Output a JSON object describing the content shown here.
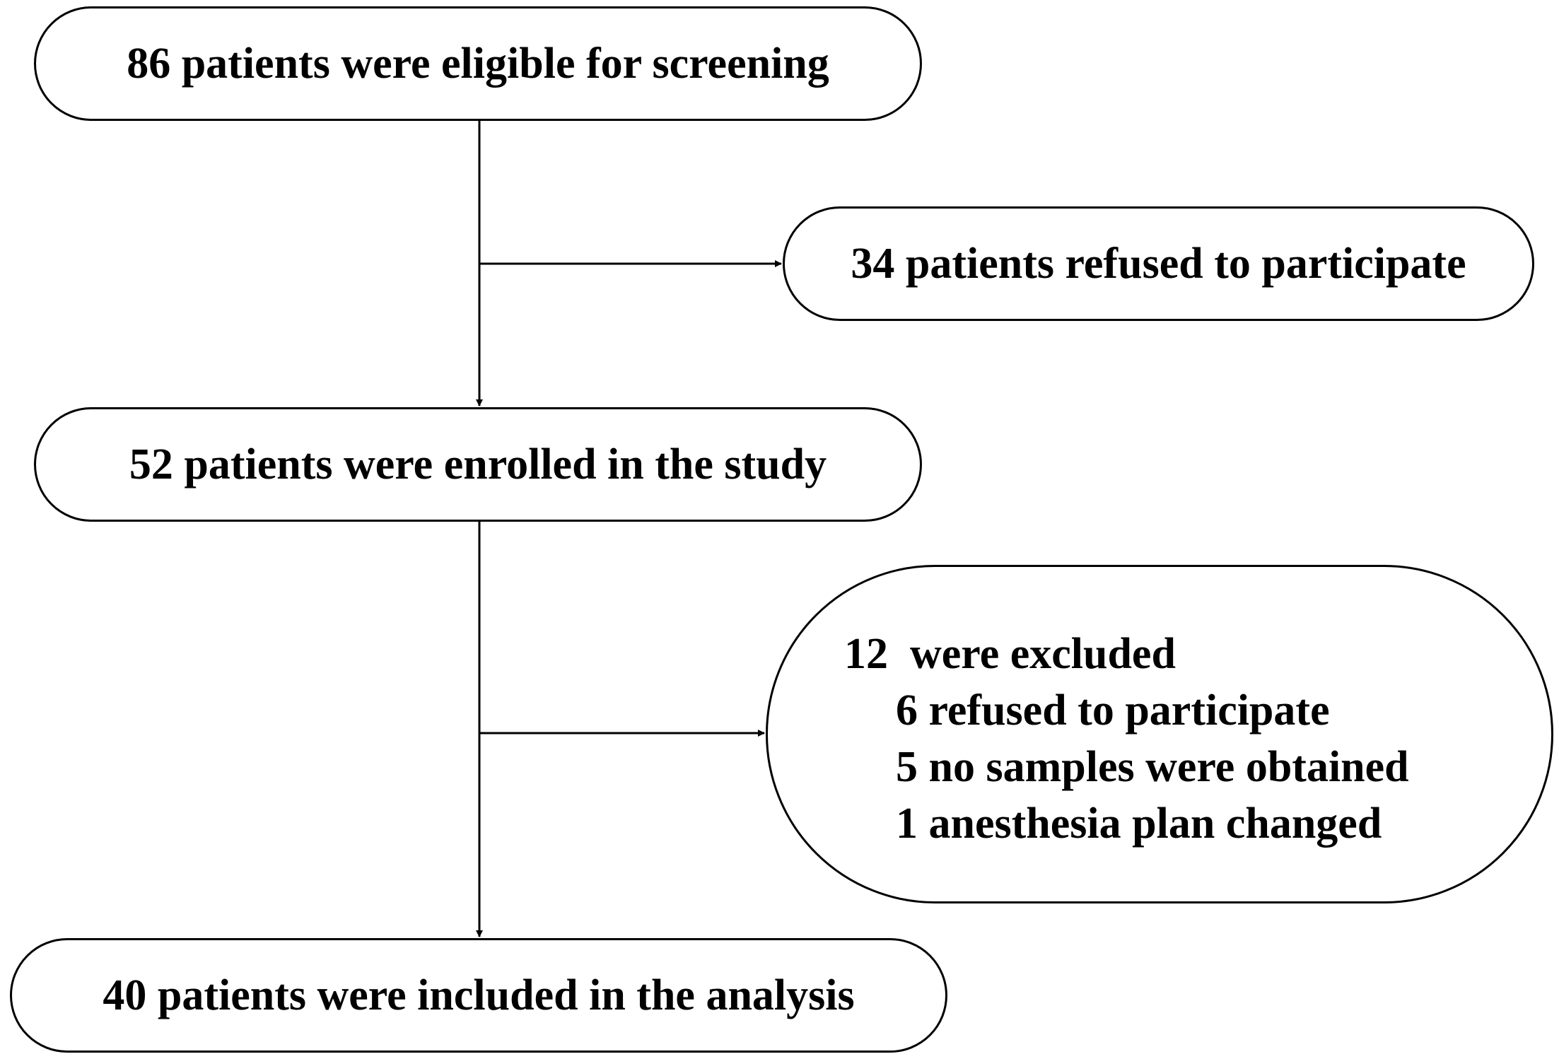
{
  "boxes": {
    "screening": "86 patients were eligible for screening",
    "refused": "34 patients refused to participate",
    "enrolled": "52 patients were enrolled in the study",
    "excluded": {
      "heading": "12  were excluded",
      "items": [
        "6 refused to participate",
        "5 no samples were obtained",
        "1 anesthesia plan changed"
      ]
    },
    "analysis": "40 patients were included in the analysis"
  },
  "colors": {
    "stroke": "#000000",
    "background": "#ffffff"
  }
}
